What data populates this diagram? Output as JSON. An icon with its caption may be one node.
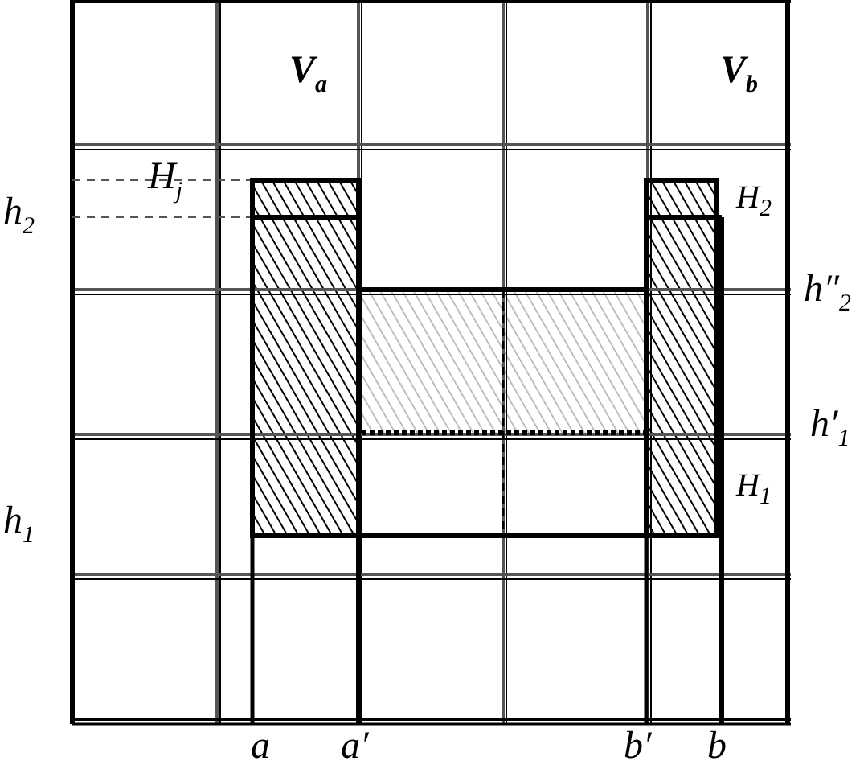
{
  "diagram": {
    "labels": [
      "V$_{a}$",
      "V$_{b}$",
      "H$_{j}$",
      "h$_{2}$",
      "H$_{2}$",
      "h″$_{2}$",
      "h′$_{1}$",
      "h$_{1}$",
      "H$_{1}$",
      "a",
      "a′",
      "b′",
      "b"
    ]
  }
}
